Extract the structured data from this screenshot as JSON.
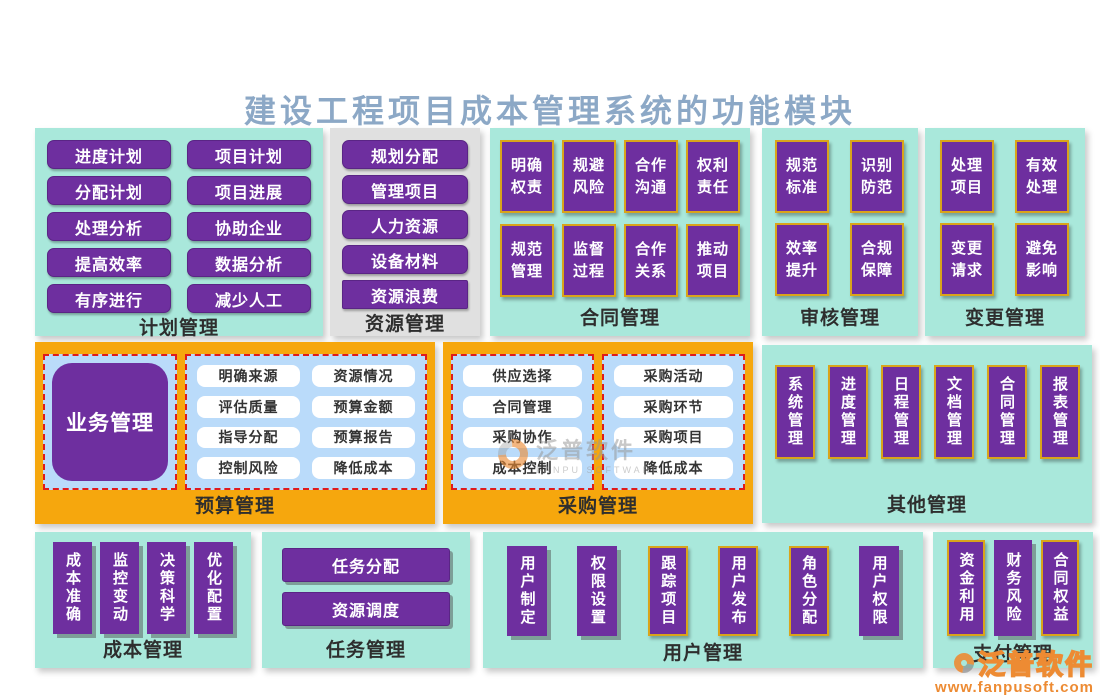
{
  "title": "建设工程项目成本管理系统的功能模块",
  "colors": {
    "panel_teal": "#A9E8DB",
    "panel_gray": "#E0E0E0",
    "panel_orange": "#F6A70D",
    "module_purple": "#6E2F9F",
    "gold_border": "#D9A41B",
    "inner_blue": "#BADBFA",
    "dashed_red": "#E01B1B",
    "title_blue": "#8CA8C6",
    "watermark_orange": "#ED8B33"
  },
  "panels": [
    {
      "label": "计划管理",
      "items": [
        "进度计划",
        "项目计划",
        "分配计划",
        "项目进展",
        "处理分析",
        "协助企业",
        "提高效率",
        "数据分析",
        "有序进行",
        "减少人工"
      ]
    },
    {
      "label": "资源管理",
      "items": [
        "规划分配",
        "管理项目",
        "人力资源",
        "设备材料",
        "资源浪费"
      ]
    },
    {
      "label": "合同管理",
      "items": [
        "明确权责",
        "规避风险",
        "合作沟通",
        "权利责任",
        "规范管理",
        "监督过程",
        "合作关系",
        "推动项目"
      ]
    },
    {
      "label": "审核管理",
      "items": [
        "规范标准",
        "识别防范",
        "效率提升",
        "合规保障"
      ]
    },
    {
      "label": "变更管理",
      "items": [
        "处理项目",
        "有效处理",
        "变更请求",
        "避免影响"
      ]
    },
    {
      "label": "预算管理",
      "hub": "业务管理",
      "items": [
        "明确来源",
        "资源情况",
        "评估质量",
        "预算金额",
        "指导分配",
        "预算报告",
        "控制风险",
        "降低成本"
      ]
    },
    {
      "label": "采购管理",
      "items": [
        "供应选择",
        "合同管理",
        "采购协作",
        "成本控制",
        "采购活动",
        "采购环节",
        "采购项目",
        "降低成本"
      ]
    },
    {
      "label": "其他管理",
      "items": [
        "系统管理",
        "进度管理",
        "日程管理",
        "文档管理",
        "合同管理",
        "报表管理"
      ]
    },
    {
      "label": "成本管理",
      "items": [
        "成本准确",
        "监控变动",
        "决策科学",
        "优化配置"
      ]
    },
    {
      "label": "任务管理",
      "items": [
        "任务分配",
        "资源调度"
      ]
    },
    {
      "label": "用户管理",
      "items": [
        "用户制定",
        "权限设置",
        "跟踪项目",
        "用户发布",
        "角色分配",
        "用户权限"
      ]
    },
    {
      "label": "支付管理",
      "items": [
        "资金利用",
        "财务风险",
        "合同权益"
      ]
    }
  ],
  "watermarks": {
    "center": {
      "brand": "泛普软件",
      "subtitle": "FANPU SOFTWARE"
    },
    "corner": {
      "brand": "泛普软件",
      "url": "www.fanpusoft.com"
    }
  }
}
